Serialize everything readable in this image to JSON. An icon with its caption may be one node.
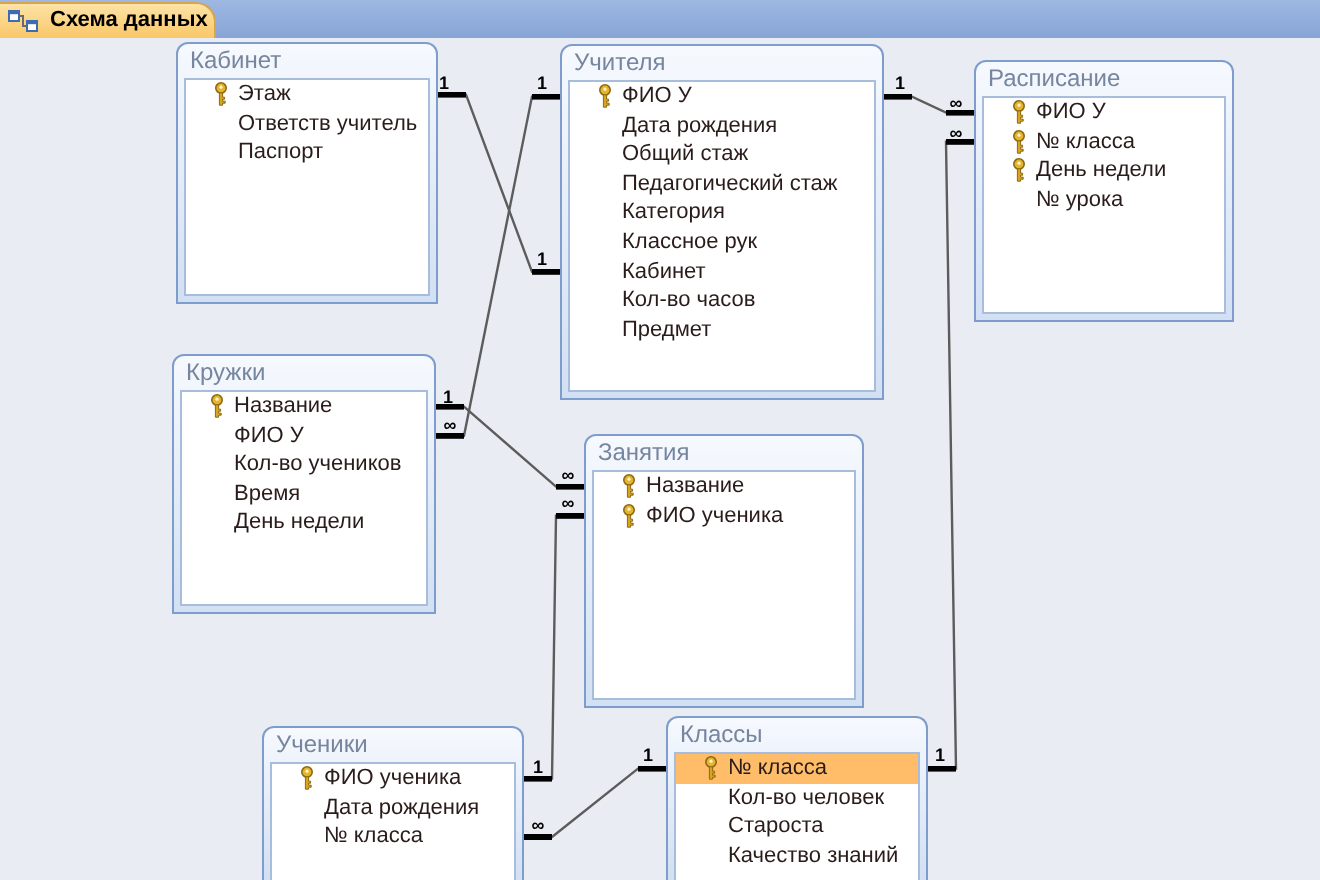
{
  "diagram": {
    "title": "Схема данных",
    "nodes": [
      {
        "text": [
          "Кабинет"
        ]
      },
      {
        "text": [
          "Этаж"
        ],
        "in": 0
      },
      {
        "text": [
          "Ответств учитель"
        ],
        "in": 0
      },
      {
        "text": [
          "Паспорт"
        ],
        "in": 0
      },
      {
        "text": [
          "Учителя"
        ]
      },
      {
        "text": [
          "ФИО У"
        ],
        "in": 4
      },
      {
        "text": [
          "Дата рождения"
        ],
        "in": 4
      },
      {
        "text": [
          "Общий стаж"
        ],
        "in": 4
      },
      {
        "text": [
          "Педагогический стаж"
        ],
        "in": 4
      },
      {
        "text": [
          "Категория"
        ],
        "in": 4
      },
      {
        "text": [
          "Классное рук"
        ],
        "in": 4
      },
      {
        "text": [
          "Кабинет"
        ],
        "in": 4
      },
      {
        "text": [
          "Кол-во часов"
        ],
        "in": 4
      },
      {
        "text": [
          "Предмет"
        ],
        "in": 4
      },
      {
        "text": [
          "Расписание"
        ]
      },
      {
        "text": [
          "ФИО У"
        ],
        "in": 14
      },
      {
        "text": [
          "№ класса"
        ],
        "in": 14
      },
      {
        "text": [
          "День недели"
        ],
        "in": 14
      },
      {
        "text": [
          "№ урока"
        ],
        "in": 14
      },
      {
        "text": [
          "Кружки"
        ]
      },
      {
        "text": [
          "Название"
        ],
        "in": 19
      },
      {
        "text": [
          "ФИО У"
        ],
        "in": 19
      },
      {
        "text": [
          "Кол-во учеников"
        ],
        "in": 19
      },
      {
        "text": [
          "Время"
        ],
        "in": 19
      },
      {
        "text": [
          "День недели"
        ],
        "in": 19
      },
      {
        "text": [
          "Занятия"
        ]
      },
      {
        "text": [
          "Название"
        ],
        "in": 25
      },
      {
        "text": [
          "ФИО ученика"
        ],
        "in": 25
      },
      {
        "text": [
          "Ученики"
        ]
      },
      {
        "text": [
          "ФИО ученика"
        ],
        "in": 28
      },
      {
        "text": [
          "Дата рождения"
        ],
        "in": 28
      },
      {
        "text": [
          "№ класса"
        ],
        "in": 28
      },
      {
        "text": [
          "Классы"
        ]
      },
      {
        "text": [
          "№ класса"
        ],
        "in": 32
      },
      {
        "text": [
          "Кол-во человек"
        ],
        "in": 32
      },
      {
        "text": [
          "Староста"
        ],
        "in": 32
      },
      {
        "text": [
          "Качество знаний"
        ],
        "in": 32
      }
    ],
    "edges": [
      {
        "from": 1,
        "to": 11,
        "arrow": "other"
      },
      {
        "from": 5,
        "to": 15,
        "arrow": "other"
      },
      {
        "from": 5,
        "to": 21,
        "arrow": "other"
      },
      {
        "from": 20,
        "to": 26,
        "arrow": "other"
      },
      {
        "from": 33,
        "to": 16,
        "arrow": "other"
      },
      {
        "from": 29,
        "to": 27,
        "arrow": "other"
      },
      {
        "from": 33,
        "to": 31,
        "arrow": "other"
      }
    ],
    "labels": [
      "1",
      "1",
      "1",
      "∞",
      "∞",
      "1",
      "1",
      "∞",
      "∞",
      "∞",
      "1",
      "1",
      "1",
      "∞"
    ]
  }
}
